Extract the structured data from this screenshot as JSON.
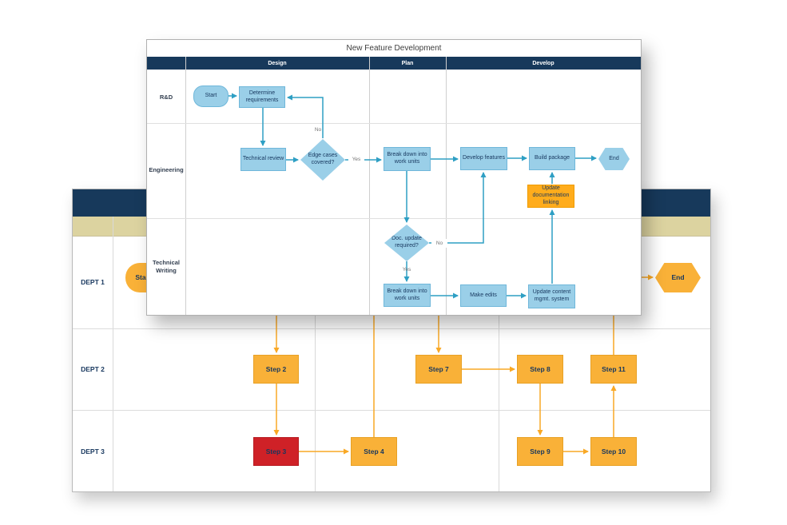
{
  "front": {
    "title": "New Feature Development",
    "phases": {
      "design": "Design",
      "plan": "Plan",
      "develop": "Develop"
    },
    "lanes": {
      "rnd": "R&D",
      "eng": "Engineering",
      "tw": "Technical Writing"
    },
    "nodes": {
      "start": "Start",
      "determine": "Determine requirements",
      "techReview": "Technical review",
      "edgeCases": "Edge cases covered?",
      "breakdownEng": "Break down into work units",
      "developFeatures": "Develop features",
      "buildPackage": "Build package",
      "end": "End",
      "updateDoc": "Update documentation linking",
      "docUpdate": "Doc. update required?",
      "breakdownTw": "Break down into work units",
      "makeEdits": "Make edits",
      "updateCms": "Update content mgmt. system"
    },
    "labels": {
      "yes": "Yes",
      "no": "No"
    },
    "edges": [
      "Start -> Determine requirements",
      "Determine requirements -> Technical review",
      "Technical review -> Edge cases covered?",
      "Edge cases covered? -No-> Determine requirements",
      "Edge cases covered? -Yes-> Break down into work units (Eng)",
      "Break down into work units (Eng) -> Develop features",
      "Develop features -> Build package",
      "Build package -> End",
      "Break down into work units (Eng) -> Doc. update required?",
      "Doc. update required? -No-> Develop features",
      "Doc. update required? -Yes-> Break down into work units (TW)",
      "Break down into work units (TW) -> Make edits",
      "Make edits -> Update content mgmt. system",
      "Update content mgmt. system -> Update documentation linking",
      "Update documentation linking -> Build package"
    ],
    "colors": {
      "header": "#17395B",
      "shape": "#9ACFE8",
      "shapeBorder": "#6FB7DA",
      "arrow": "#2E9FC4",
      "highlight": "#FFAC1C",
      "text": "#17375E"
    }
  },
  "back": {
    "lanes": {
      "d1": "DEPT 1",
      "d2": "DEPT 2",
      "d3": "DEPT 3"
    },
    "nodes": {
      "start": "Start",
      "step2": "Step 2",
      "step3": "Step 3",
      "step4": "Step 4",
      "step7": "Step 7",
      "step8": "Step 8",
      "step9": "Step 9",
      "step10": "Step 10",
      "step11": "Step 11",
      "end": "End"
    },
    "edges": [
      "(hidden) -> Step 2",
      "Step 2 -> Step 3",
      "Step 3 -> Step 4",
      "Step 4 -> (hidden)",
      "(hidden) -> Step 7",
      "Step 7 -> Step 8",
      "Step 8 -> Step 9",
      "Step 9 -> Step 10",
      "Step 10 -> Step 11",
      "Step 11 -> (hidden)",
      "(hidden) -> End"
    ],
    "colors": {
      "band": "#17395B",
      "phaseBand": "#DCD3A0",
      "shape": "#F9B138",
      "alert": "#CF2127",
      "arrow": "#F9A825",
      "text": "#17375E"
    }
  }
}
